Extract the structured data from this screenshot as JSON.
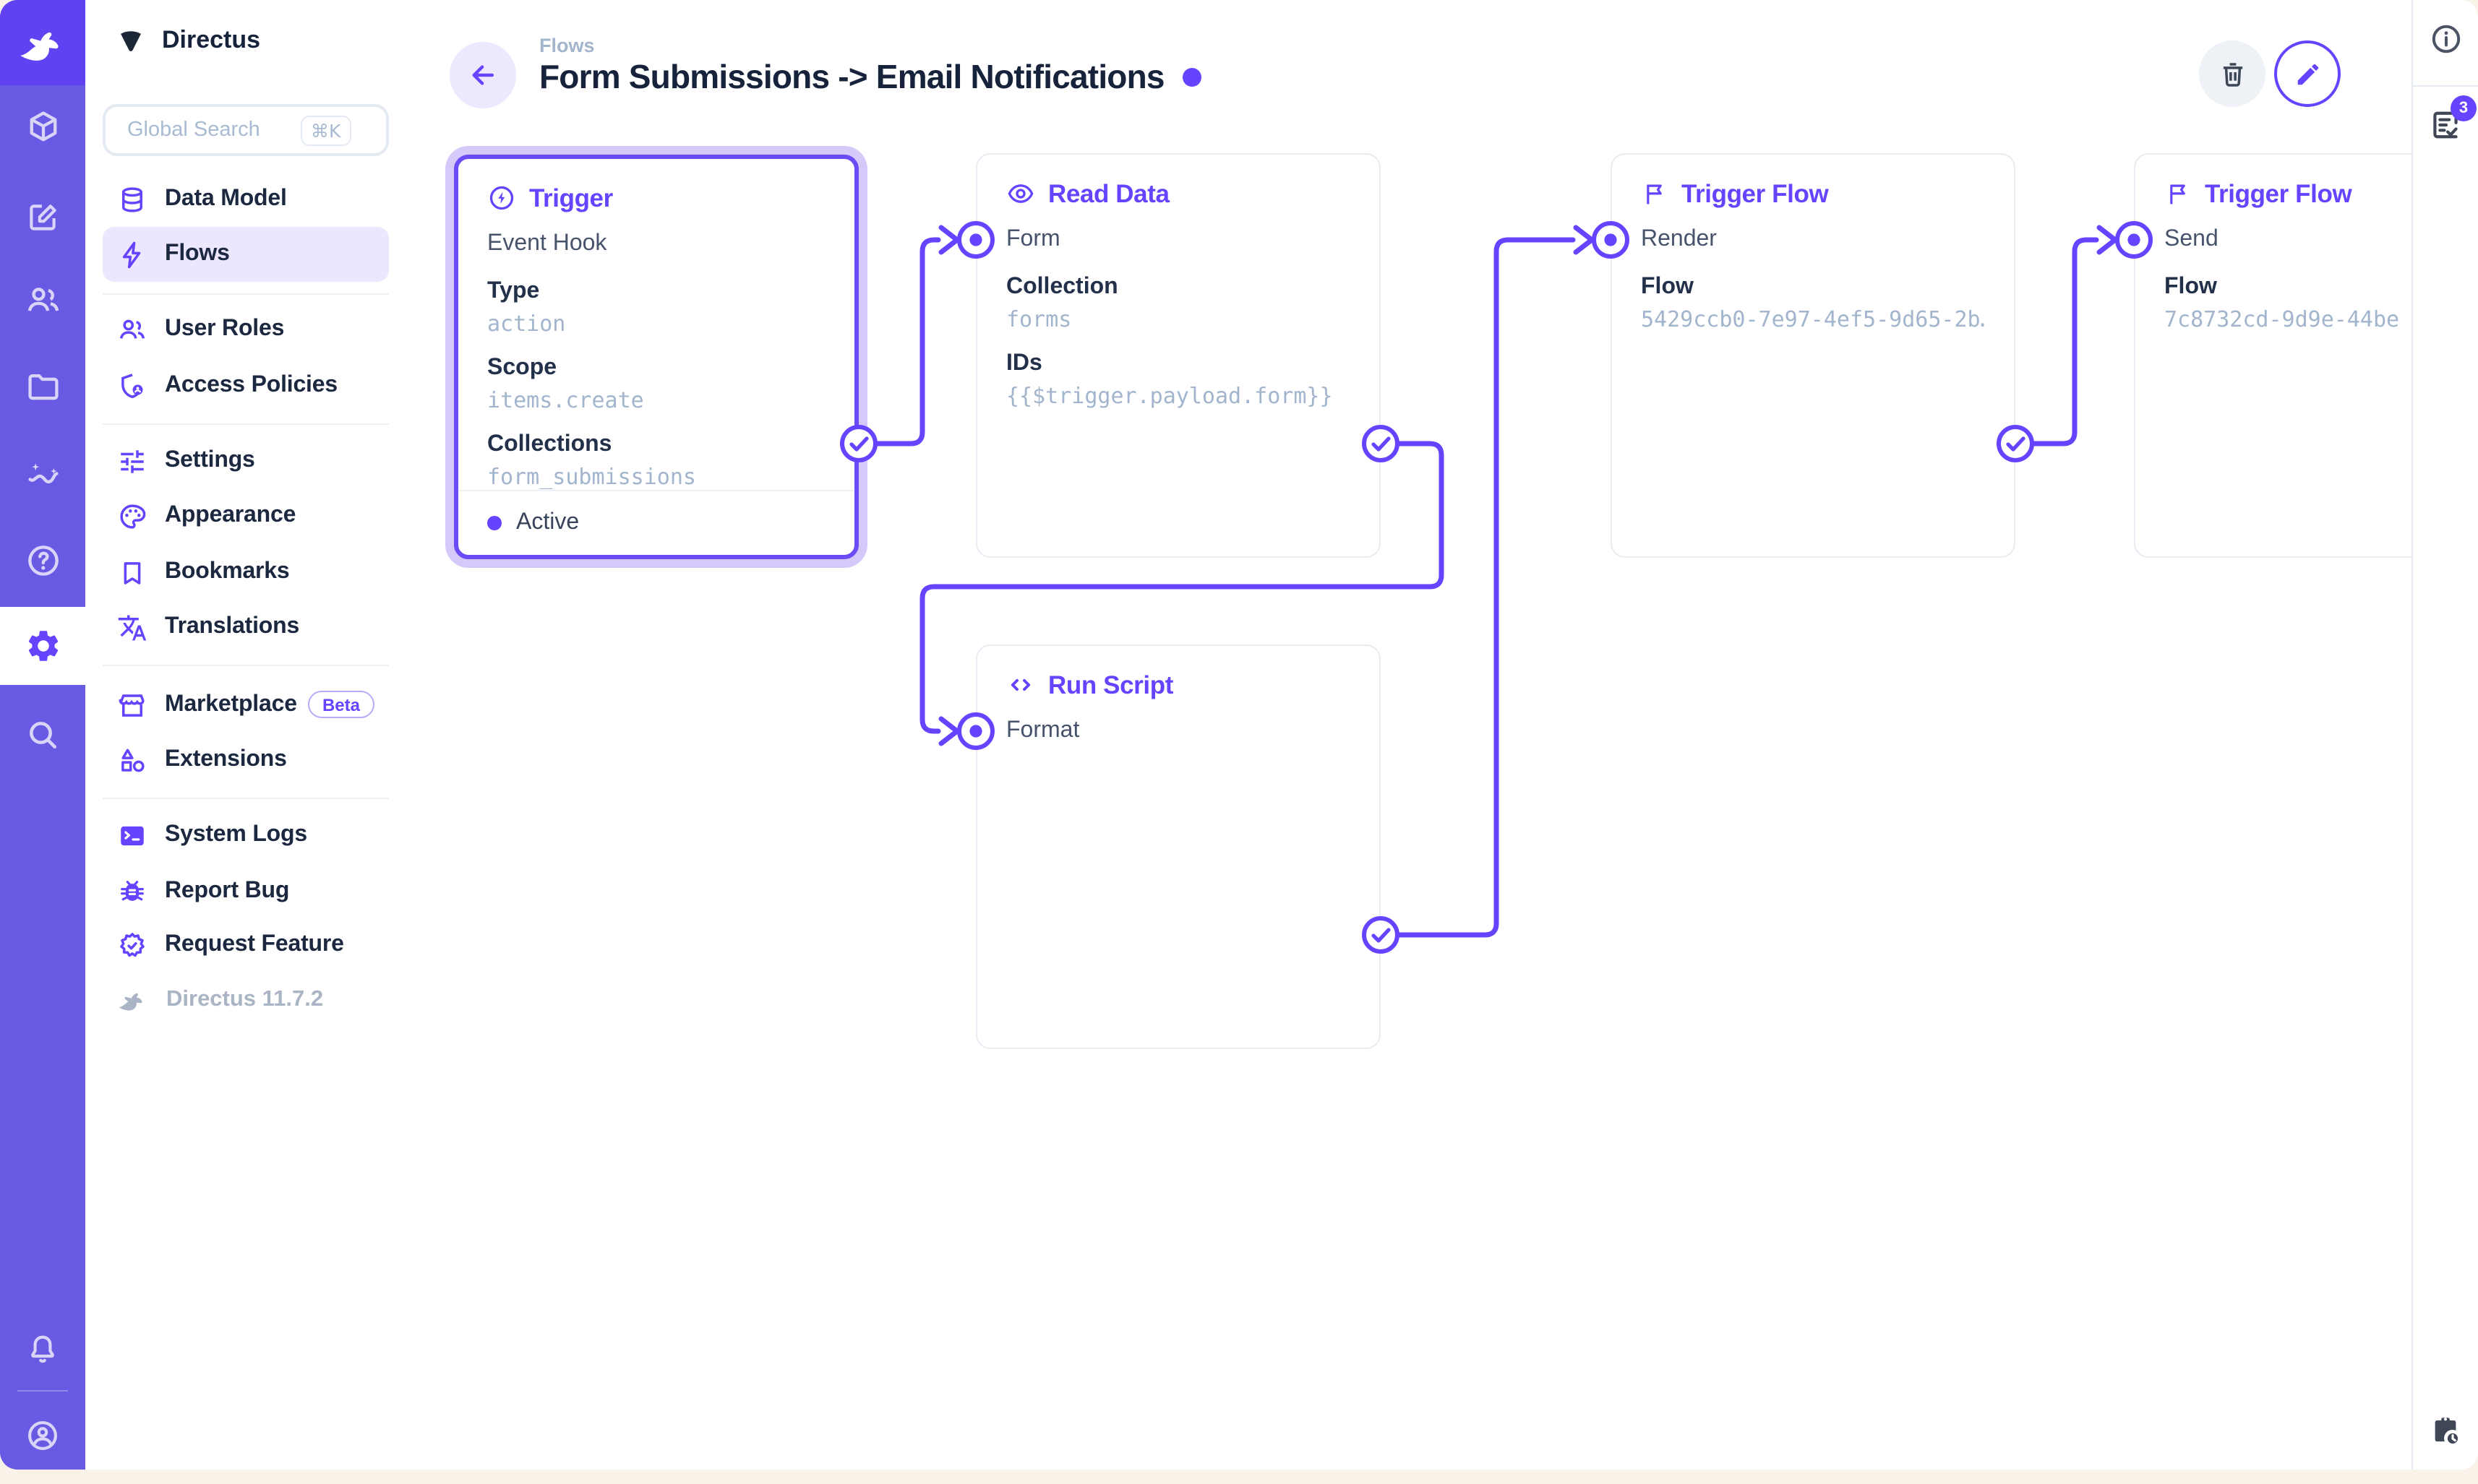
{
  "colors": {
    "accent": "#6644FF",
    "module_bar": "#695AE4",
    "logo_tile": "#6142F2",
    "page_background": "#F9F2E9",
    "card_border": "#E7EDF3",
    "subdued_text": "#A2B5CD",
    "heading_text": "#16233B"
  },
  "project": {
    "name": "Directus"
  },
  "module_bar": {
    "modules": [
      {
        "name": "content",
        "icon": "box-icon"
      },
      {
        "name": "editor",
        "icon": "edit-square-icon"
      },
      {
        "name": "users",
        "icon": "people-icon"
      },
      {
        "name": "files",
        "icon": "folder-icon"
      },
      {
        "name": "insights",
        "icon": "insights-icon"
      },
      {
        "name": "help",
        "icon": "help-icon"
      },
      {
        "name": "settings",
        "icon": "gear-icon",
        "active": true
      },
      {
        "name": "search",
        "icon": "search-icon"
      }
    ],
    "bottom": [
      {
        "name": "notifications",
        "icon": "bell-icon"
      },
      {
        "name": "account",
        "icon": "user-circle-icon"
      }
    ]
  },
  "sidebar": {
    "search": {
      "placeholder": "Global Search",
      "shortcut": "⌘K"
    },
    "groups": [
      {
        "items": [
          {
            "label": "Data Model",
            "icon": "database-icon"
          },
          {
            "label": "Flows",
            "icon": "bolt-icon",
            "active": true
          }
        ]
      },
      {
        "items": [
          {
            "label": "User Roles",
            "icon": "users-icon"
          },
          {
            "label": "Access Policies",
            "icon": "shield-user-icon"
          }
        ]
      },
      {
        "items": [
          {
            "label": "Settings",
            "icon": "tune-icon"
          },
          {
            "label": "Appearance",
            "icon": "palette-icon"
          },
          {
            "label": "Bookmarks",
            "icon": "bookmark-icon"
          },
          {
            "label": "Translations",
            "icon": "translate-icon"
          }
        ]
      },
      {
        "items": [
          {
            "label": "Marketplace",
            "icon": "storefront-icon",
            "badge": "Beta"
          },
          {
            "label": "Extensions",
            "icon": "shapes-icon"
          }
        ]
      },
      {
        "items": [
          {
            "label": "System Logs",
            "icon": "terminal-icon"
          },
          {
            "label": "Report Bug",
            "icon": "bug-icon"
          },
          {
            "label": "Request Feature",
            "icon": "badge-check-icon"
          }
        ]
      }
    ],
    "version": "Directus 11.7.2"
  },
  "header": {
    "breadcrumb": "Flows",
    "title": "Form Submissions -> Email Notifications"
  },
  "right_panel": {
    "notices_count": "3"
  },
  "canvas": {
    "cards": [
      {
        "title": "Trigger",
        "icon": "bolt-circle-icon",
        "subtitle": "Event Hook",
        "status": "Active",
        "fields": [
          {
            "label": "Type",
            "value": "action"
          },
          {
            "label": "Scope",
            "value": "items.create"
          },
          {
            "label": "Collections",
            "value": "form_submissions"
          }
        ]
      },
      {
        "title": "Read Data",
        "icon": "eye-icon",
        "key": "Form",
        "fields": [
          {
            "label": "Collection",
            "value": "forms"
          },
          {
            "label": "IDs",
            "value": "{{$trigger.payload.form}}"
          }
        ]
      },
      {
        "title": "Trigger Flow",
        "icon": "flag-icon",
        "key": "Render",
        "fields": [
          {
            "label": "Flow",
            "value": "5429ccb0-7e97-4ef5-9d65-2b…"
          }
        ]
      },
      {
        "title": "Trigger Flow",
        "icon": "flag-icon",
        "key": "Send",
        "fields": [
          {
            "label": "Flow",
            "value": "7c8732cd-9d9e-44be"
          }
        ]
      },
      {
        "title": "Run Script",
        "icon": "code-icon",
        "key": "Format",
        "fields": []
      }
    ]
  }
}
